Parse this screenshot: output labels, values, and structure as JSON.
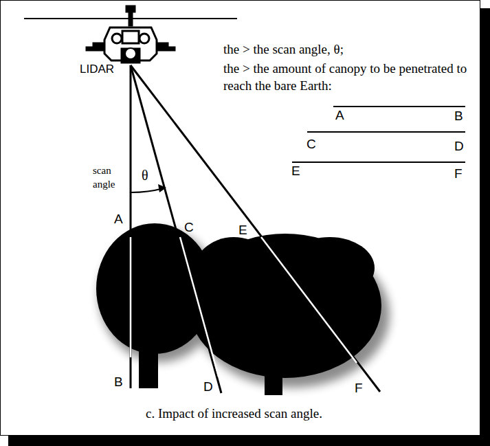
{
  "diagram": {
    "caption": "c. Impact of increased scan angle.",
    "labels": [
      "LIDAR",
      "scan angle",
      "θ",
      "A",
      "C",
      "E",
      "B",
      "D",
      "F",
      "the > the scan angle, θ;",
      "the > the amount of canopy to be penetrated to reach the bare Earth:",
      "A",
      "B",
      "C",
      "D",
      "E",
      "F"
    ]
  }
}
